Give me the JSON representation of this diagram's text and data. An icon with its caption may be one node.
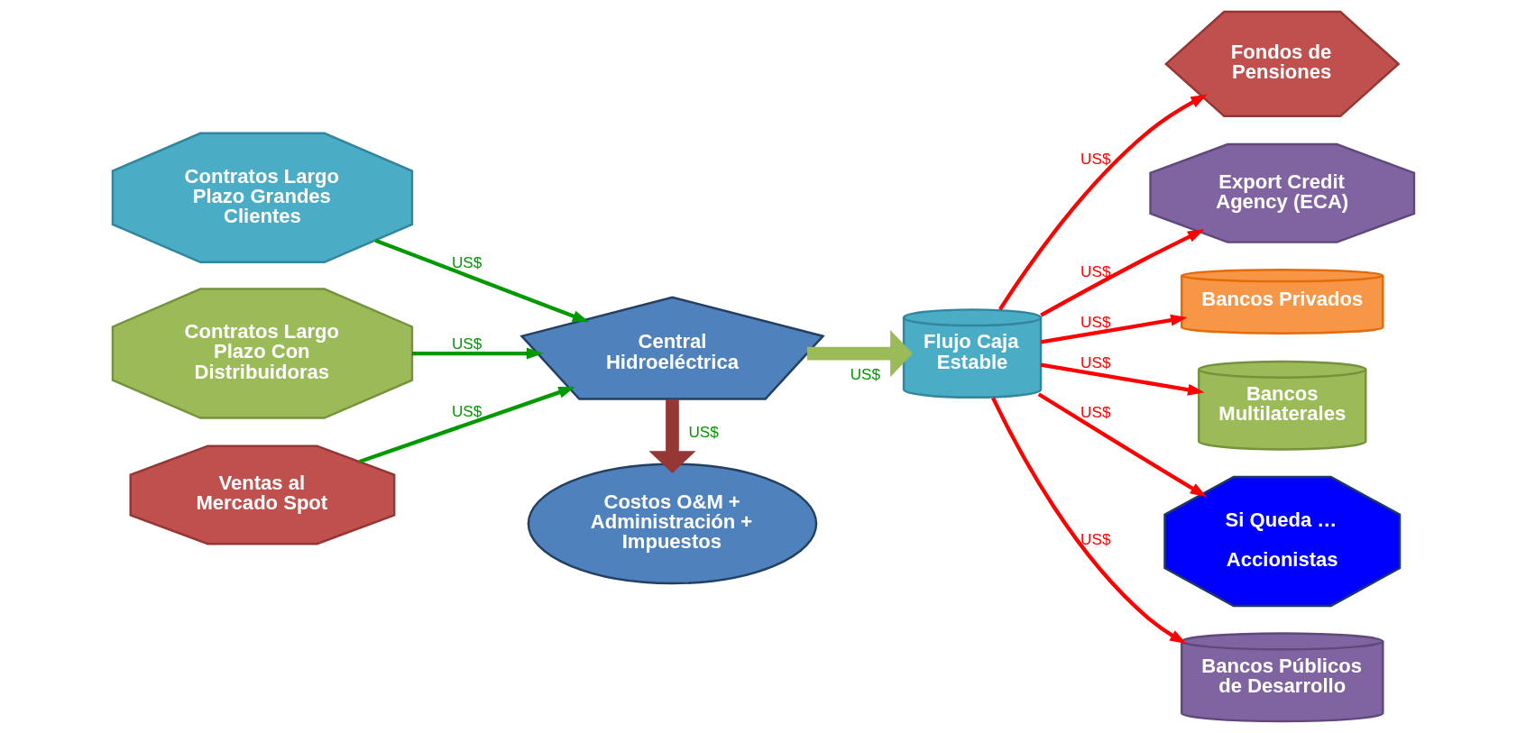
{
  "diagram": {
    "nodes": [
      {
        "text": [
          "Contratos Largo Plazo Grandes Clientes"
        ]
      },
      {
        "text": [
          "Contratos Largo Plazo Con Distribuidoras"
        ]
      },
      {
        "text": [
          "Ventas al Mercado Spot"
        ]
      },
      {
        "text": [
          "Central Hidroeléctrica"
        ]
      },
      {
        "text": [
          "Costos O&M + Administración + Impuestos"
        ]
      },
      {
        "text": [
          "Fondos de Pensiones"
        ]
      },
      {
        "text": [
          "Export Credit Agency (ECA)"
        ]
      },
      {
        "text": [
          "Bancos Privados"
        ]
      },
      {
        "text": [
          "Flujo Caja Estable"
        ]
      },
      {
        "text": [
          "Bancos Multilaterales"
        ]
      },
      {
        "text": [
          "Si Queda …",
          "Accionistas"
        ]
      },
      {
        "text": [
          "Bancos Públicos de Desarrollo"
        ]
      }
    ],
    "edges": [
      {
        "from": 0,
        "to": 3,
        "arrow": "to",
        "label": "US$",
        "color": "#009900"
      },
      {
        "from": 1,
        "to": 3,
        "arrow": "to",
        "label": "US$",
        "color": "#009900"
      },
      {
        "from": 2,
        "to": 3,
        "arrow": "to",
        "label": "US$",
        "color": "#009900"
      },
      {
        "from": 3,
        "to": 8,
        "arrow": "to",
        "label": "US$",
        "style": "thick",
        "color": "#9bbb59"
      },
      {
        "from": 3,
        "to": 4,
        "arrow": "to",
        "label": "US$",
        "style": "thick",
        "color": "#953735"
      },
      {
        "from": 8,
        "to": 5,
        "arrow": "to",
        "label": "US$",
        "color": "#ff0000"
      },
      {
        "from": 8,
        "to": 6,
        "arrow": "to",
        "label": "US$",
        "color": "#ff0000"
      },
      {
        "from": 8,
        "to": 7,
        "arrow": "to",
        "label": "US$",
        "color": "#ff0000"
      },
      {
        "from": 8,
        "to": 9,
        "arrow": "to",
        "label": "US$",
        "color": "#ff0000"
      },
      {
        "from": 8,
        "to": 10,
        "arrow": "to",
        "label": "US$",
        "color": "#ff0000"
      },
      {
        "from": 8,
        "to": 11,
        "arrow": "to",
        "label": "US$",
        "color": "#ff0000"
      }
    ]
  }
}
